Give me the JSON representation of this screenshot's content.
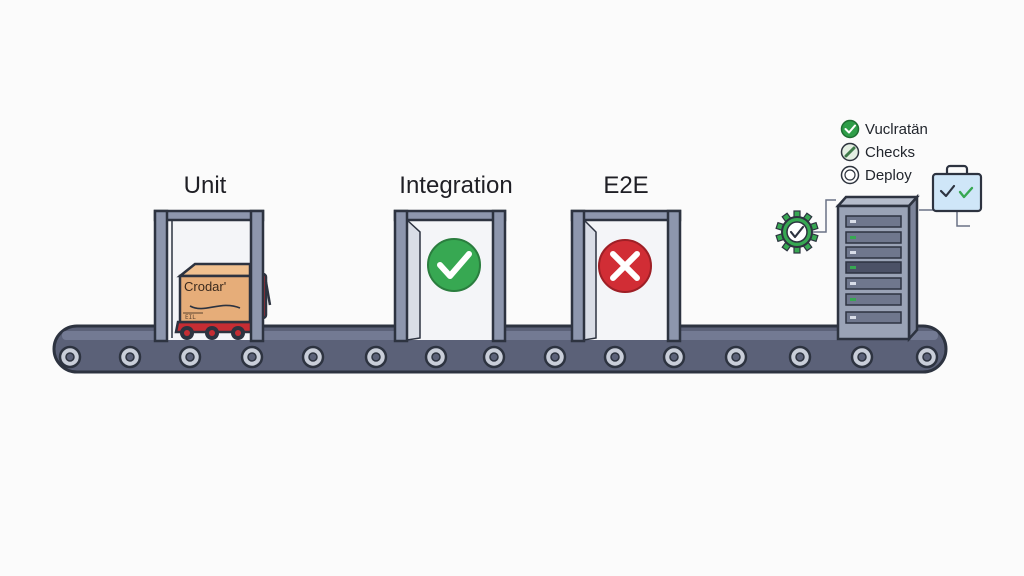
{
  "stages": [
    {
      "label": "Unit",
      "status": "package"
    },
    {
      "label": "Integration",
      "status": "pass"
    },
    {
      "label": "E2E",
      "status": "fail"
    }
  ],
  "package": {
    "label": "Crodar'",
    "tag": "EIL"
  },
  "legend": [
    {
      "icon": "check-circle-icon",
      "label": "Vuclrаtӓn",
      "color": "#2e9e48"
    },
    {
      "icon": "pencil-check-icon",
      "label": "Checks",
      "color": "#3f7a4a"
    },
    {
      "icon": "ring-icon",
      "label": "Deploy",
      "color": "#2d333d"
    }
  ],
  "colors": {
    "outline": "#2d3340",
    "belt": "#5b6178",
    "frame": "#8d96ad",
    "pass": "#37a852",
    "fail": "#d12d35",
    "box": "#e6ad79",
    "cart": "#c62d33",
    "server": "#9aa3b6",
    "gear": "#37a852",
    "suitcase": "#cfe6f8"
  }
}
